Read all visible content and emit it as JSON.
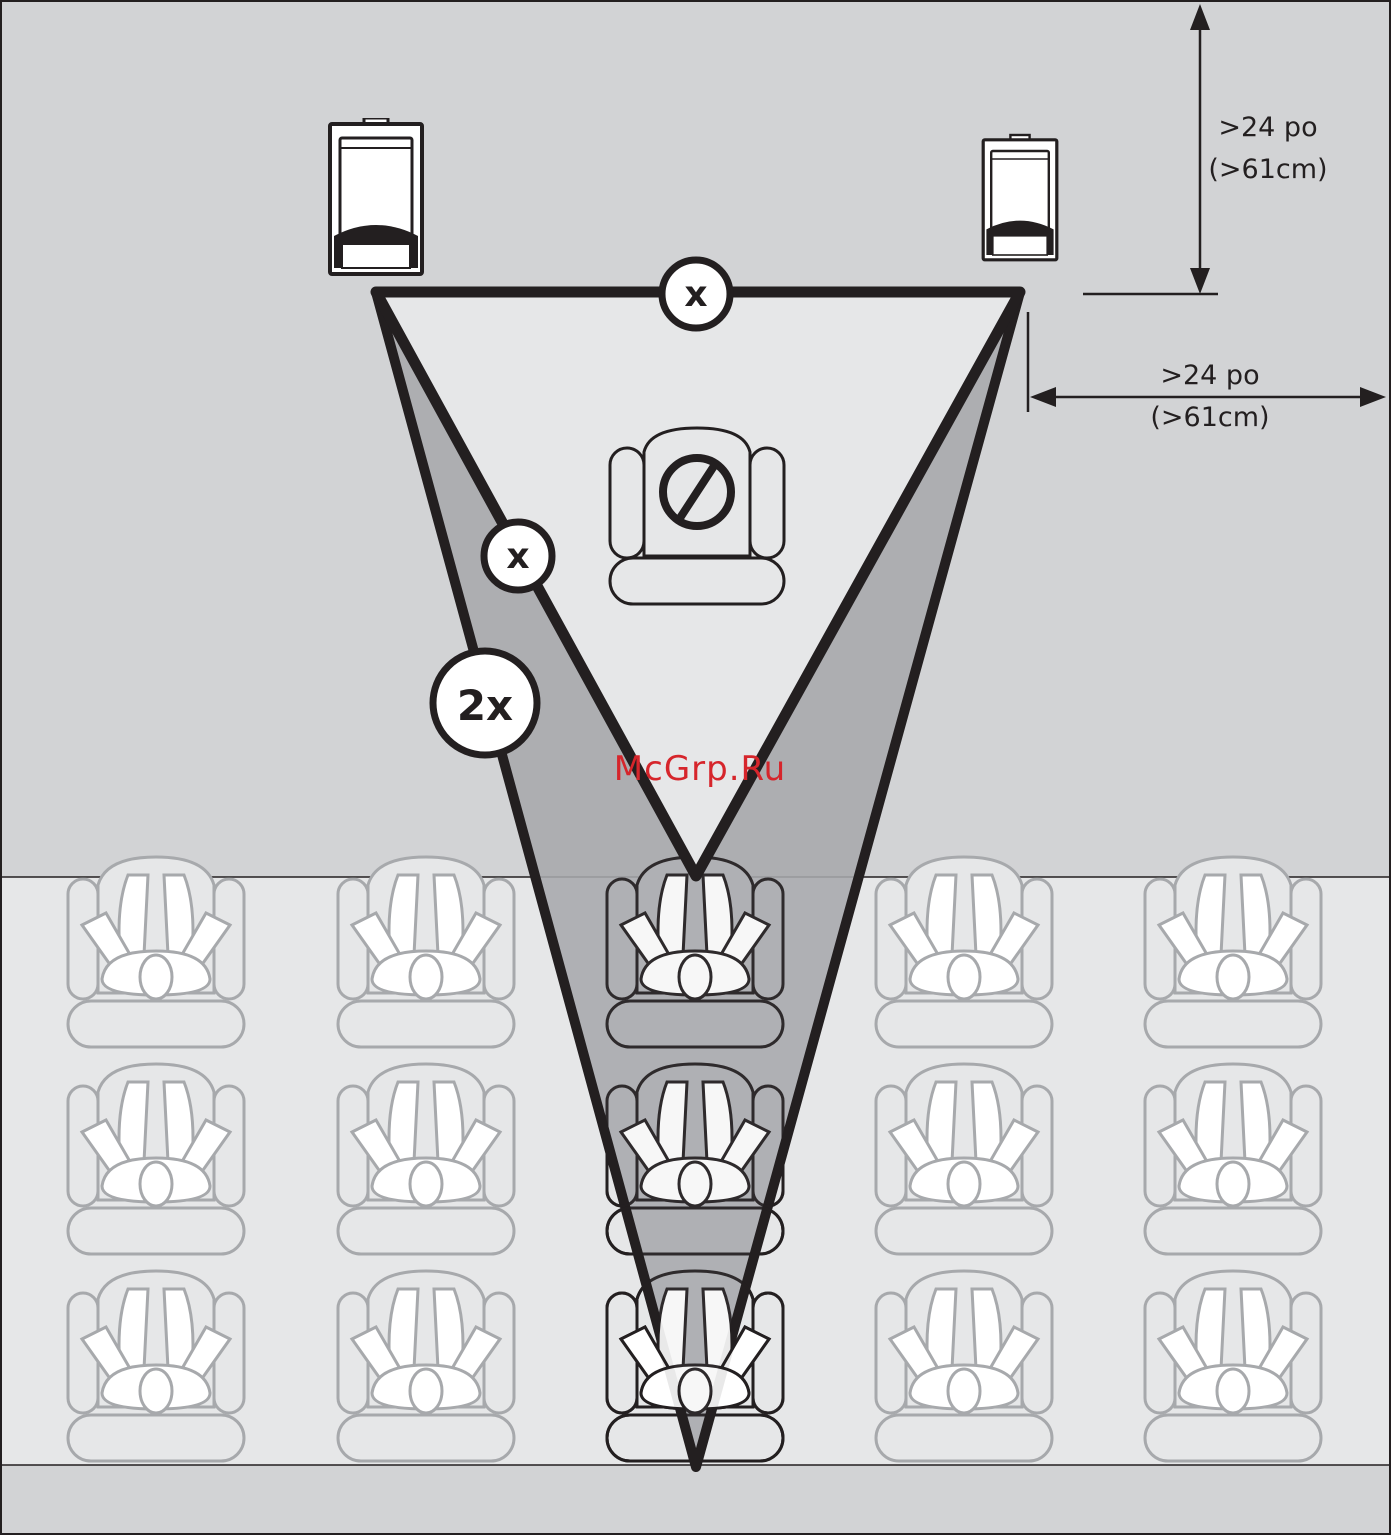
{
  "dimensions": {
    "top_distance": {
      "primary": ">24 po",
      "secondary": "(>61cm)"
    },
    "side_distance": {
      "primary": ">24 po",
      "secondary": "(>61cm)"
    }
  },
  "badges": {
    "speaker_spacing": "x",
    "listener_distance": "x",
    "max_distance": "2x"
  },
  "watermark": "McGrp.Ru",
  "colors": {
    "stage_area": "#d2d3d5",
    "audience_area": "#e6e7e8",
    "inner_triangle": "#e6e7e8",
    "outer_zone": "#a7a9ac",
    "outline": "#231f20",
    "faded_seat": "#a7a9ac",
    "watermark": "#d6252b"
  },
  "icons": {
    "speakers": [
      "speaker-left-icon",
      "speaker-right-icon"
    ],
    "no_listener_seat": "prohibited-seat-icon",
    "listener": "listener-seat-icon",
    "audience": "audience-seat-icon"
  }
}
